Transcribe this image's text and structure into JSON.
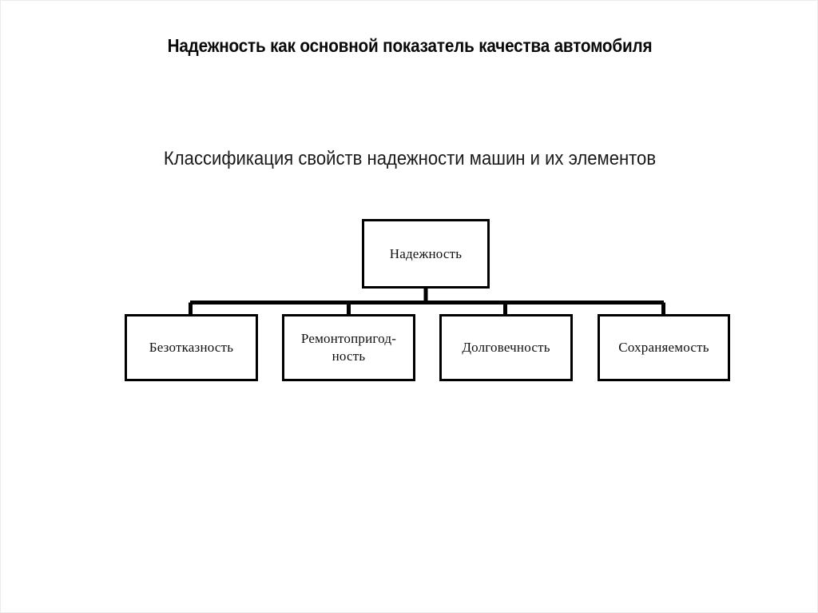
{
  "slide": {
    "title": "Надежность как основной показатель качества автомобиля",
    "subtitle": "Классификация свойств надежности машин и их элементов",
    "background_color": "#ffffff",
    "line_color": "#000000",
    "text_color": "#111111"
  },
  "diagram": {
    "type": "tree",
    "root": {
      "label": "Надежность"
    },
    "children": [
      {
        "label": "Безотказность"
      },
      {
        "label": "Ремонтопригод-\nность"
      },
      {
        "label": "Долговечность"
      },
      {
        "label": "Сохраняемость"
      }
    ]
  }
}
